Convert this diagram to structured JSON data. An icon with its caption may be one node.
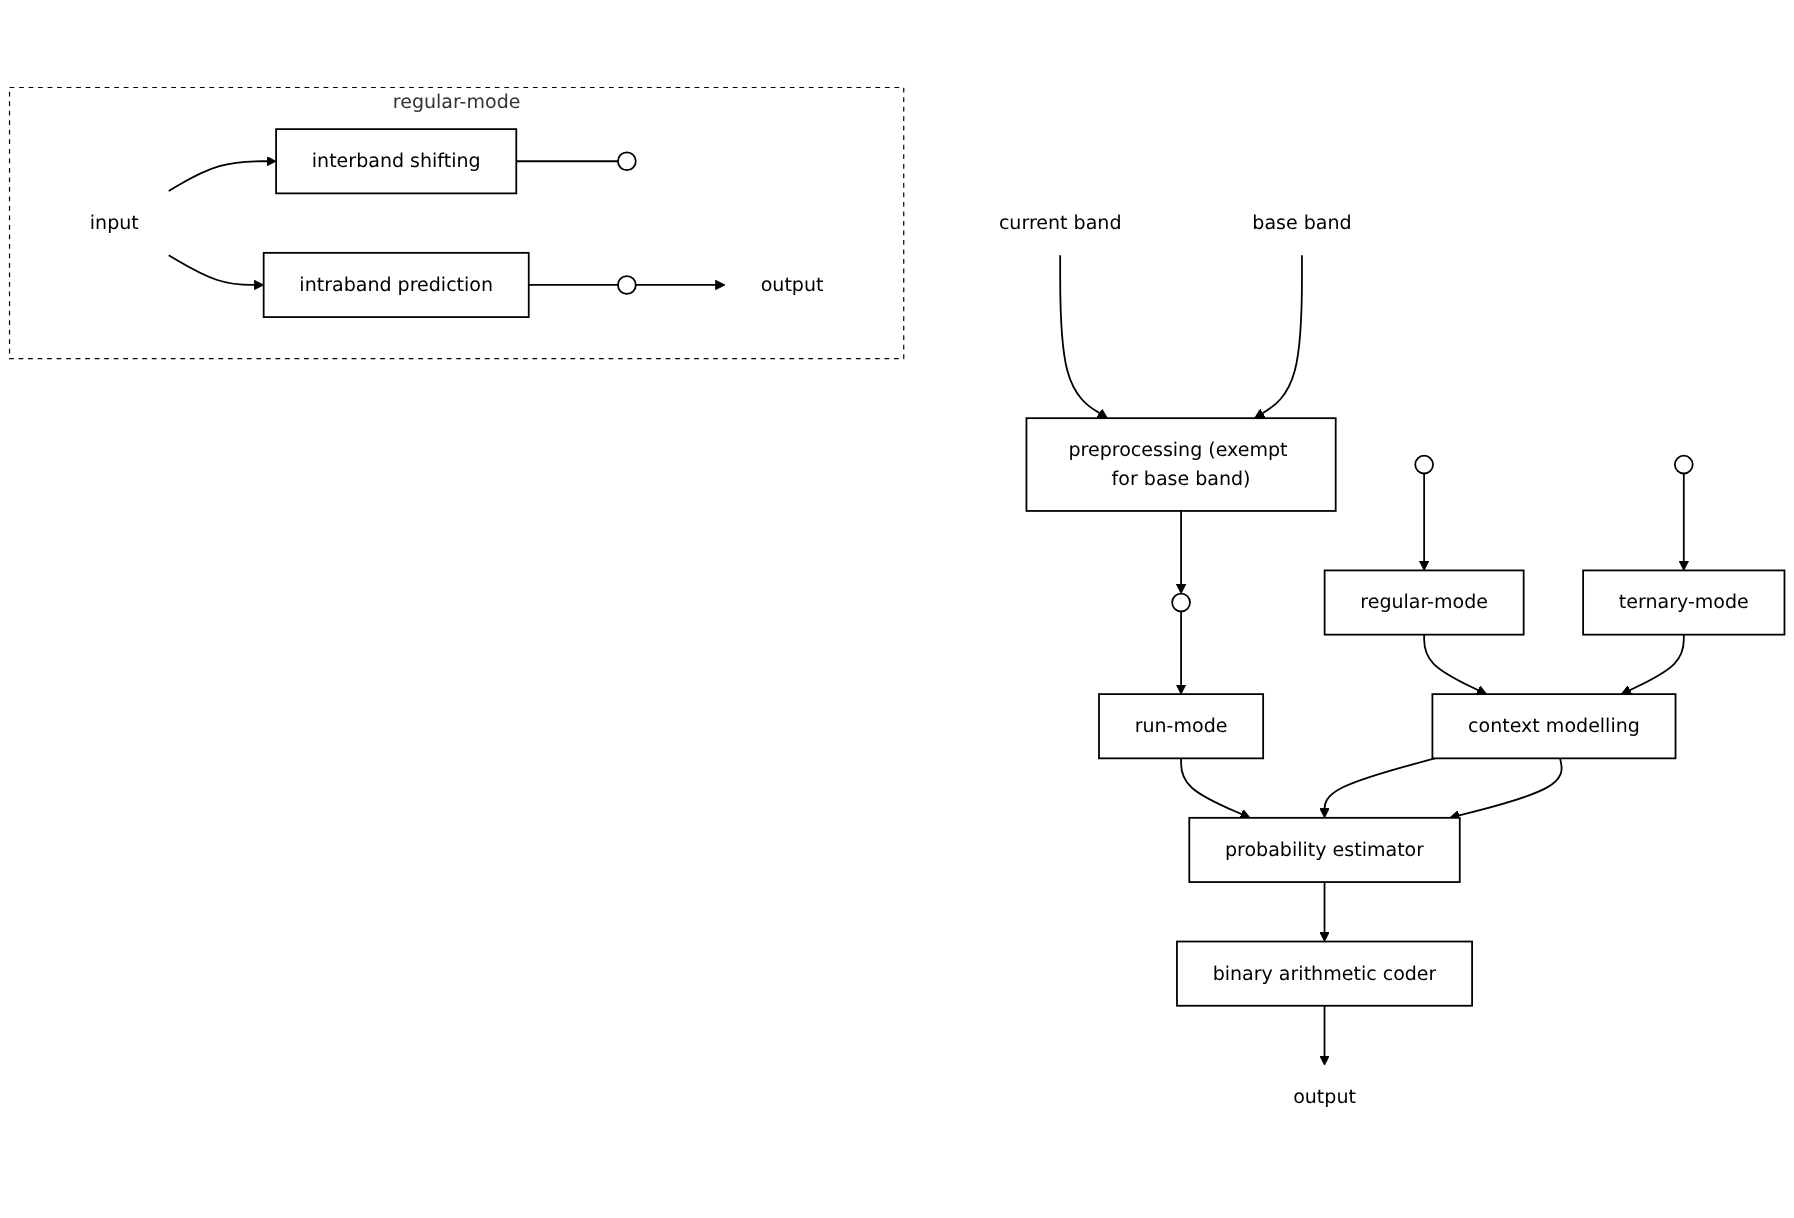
{
  "diagram": {
    "nodes": [
      {
        "text": [
          "current band"
        ]
      },
      {
        "text": [
          "base band"
        ]
      },
      {
        "text": [
          "preprocessing (exempt for base band)"
        ]
      },
      {
        "text": [],
        "shape": "circle"
      },
      {
        "text": [],
        "shape": "circle"
      },
      {
        "text": [],
        "shape": "circle"
      },
      {
        "text": [
          "run-mode"
        ]
      },
      {
        "text": [
          "ternary-mode"
        ]
      },
      {
        "text": [
          "regular-mode"
        ]
      },
      {
        "text": [
          "context modelling"
        ]
      },
      {
        "text": [
          "probability estimator"
        ]
      },
      {
        "text": [
          "binary arithmetic coder"
        ]
      },
      {
        "text": [
          "output"
        ]
      },
      {
        "text": [
          "regular-mode"
        ]
      },
      {
        "text": [
          "input"
        ],
        "in": 13
      },
      {
        "text": [
          "interband shifting"
        ],
        "in": 13
      },
      {
        "text": [
          "intraband prediction"
        ],
        "in": 13
      },
      {
        "text": [],
        "shape": "circle",
        "in": 13
      },
      {
        "text": [],
        "shape": "circle",
        "in": 13
      },
      {
        "text": [
          "output"
        ],
        "in": 13
      }
    ],
    "edges": [
      {
        "from": 0,
        "to": 2,
        "arrow": "to"
      },
      {
        "from": 1,
        "to": 2,
        "arrow": "to"
      },
      {
        "from": 2,
        "to": 3,
        "arrow": "to"
      },
      {
        "from": 3,
        "to": 6,
        "arrow": "to"
      },
      {
        "from": 4,
        "to": 7,
        "arrow": "to"
      },
      {
        "from": 5,
        "to": 8,
        "arrow": "to"
      },
      {
        "from": 8,
        "to": 9,
        "arrow": "to"
      },
      {
        "from": 7,
        "to": 9,
        "arrow": "to"
      },
      {
        "from": 6,
        "to": 10,
        "arrow": "to"
      },
      {
        "from": 9,
        "to": 10,
        "arrow": "to"
      },
      {
        "from": 9,
        "to": 10,
        "arrow": "to"
      },
      {
        "from": 10,
        "to": 11,
        "arrow": "to"
      },
      {
        "from": 11,
        "to": 12,
        "arrow": "to"
      },
      {
        "from": 14,
        "to": 15,
        "arrow": "to"
      },
      {
        "from": 14,
        "to": 16,
        "arrow": "to"
      },
      {
        "from": 15,
        "to": 17,
        "arrow": "none"
      },
      {
        "from": 16,
        "to": 18,
        "arrow": "none"
      },
      {
        "from": 18,
        "to": 19,
        "arrow": "to"
      }
    ]
  }
}
